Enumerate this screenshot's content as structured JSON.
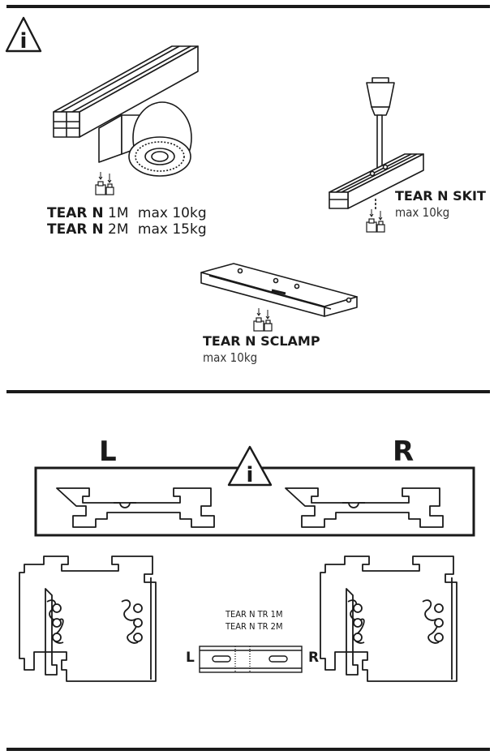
{
  "icons": {
    "info_glyph": "i"
  },
  "section1": {
    "tear_n": "TEAR N",
    "line1_size": "1M",
    "line1_max": "max 10kg",
    "line2_size": "2M",
    "line2_max": "max 15kg",
    "skit_title": "TEAR N SKIT",
    "skit_max": "max 10kg",
    "sclamp_title": "TEAR N SCLAMP",
    "sclamp_max": "max 10kg"
  },
  "section2": {
    "left_label": "L",
    "right_label": "R",
    "connector_line1": "TEAR N TR 1M",
    "connector_line2": "TEAR N TR 2M",
    "connector_left": "L",
    "connector_right": "R"
  }
}
